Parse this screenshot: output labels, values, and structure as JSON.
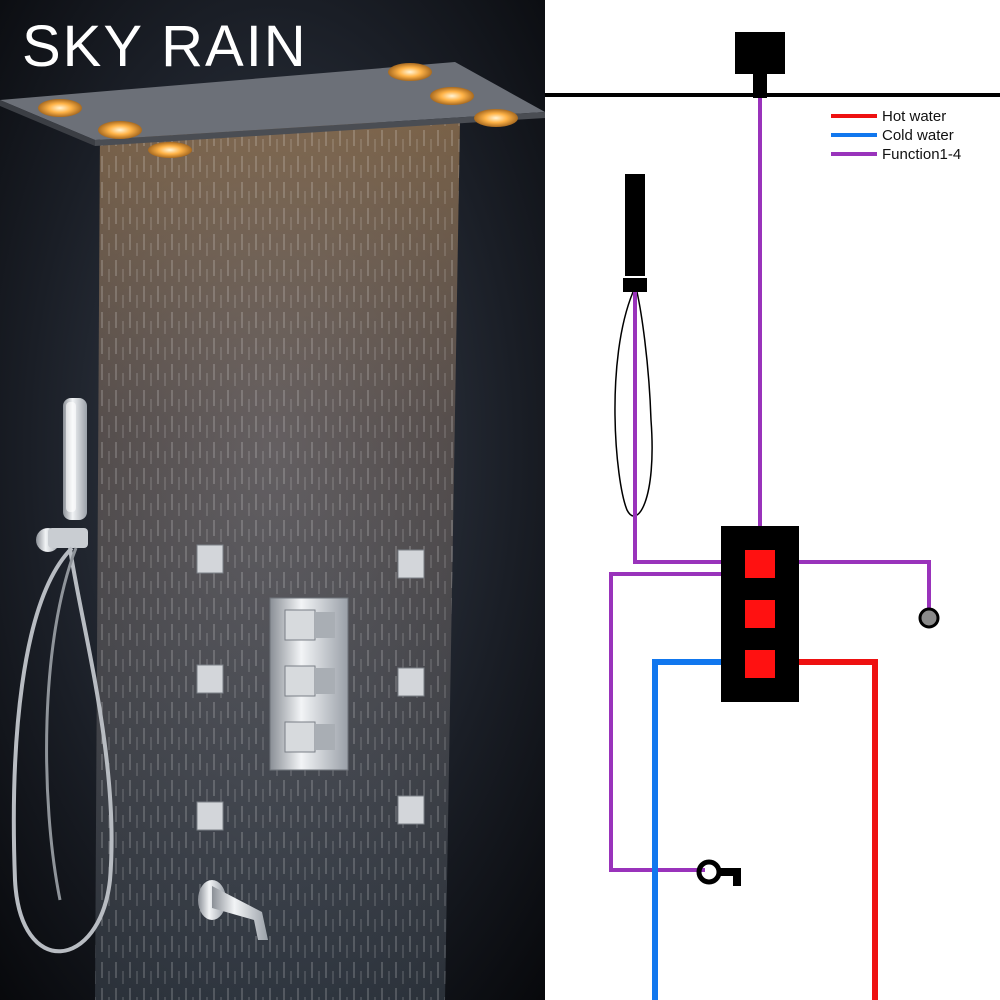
{
  "brand": {
    "title": "SKY RAIN"
  },
  "legend": {
    "items": [
      {
        "label": "Hot water",
        "color": "#ee1111"
      },
      {
        "label": "Cold water",
        "color": "#1177ee"
      },
      {
        "label": "Function1-4",
        "color": "#9933bb"
      }
    ]
  },
  "colors": {
    "hot": "#ee1111",
    "cold": "#1177ee",
    "function": "#9933bb",
    "outline": "#000000",
    "valve_button": "#ff1111"
  },
  "icons": [
    "ceiling-shower-head-icon",
    "hand-shower-icon",
    "thermostatic-valve-icon",
    "body-jet-icon",
    "tub-spout-icon"
  ]
}
